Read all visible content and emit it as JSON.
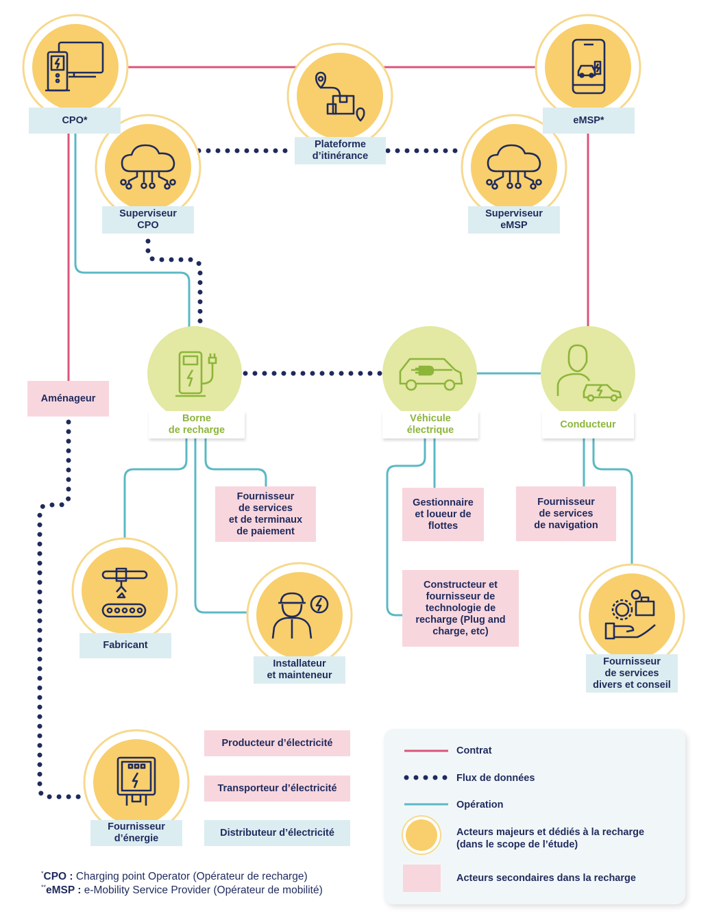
{
  "nodes": {
    "cpo": "CPO*",
    "emsp": "eMSP*",
    "plateforme": "Plateforme\nd’itinérance",
    "superviseur_cpo": "Superviseur\nCPO",
    "superviseur_emsp": "Superviseur\neMSP",
    "amenageur": "Aménageur",
    "borne": "Borne\nde recharge",
    "vehicule": "Véhicule\nélectrique",
    "conducteur": "Conducteur",
    "fournisseur_paiement": "Fournisseur\nde services\net de terminaux\nde paiement",
    "gestionnaire_flottes": "Gestionnaire\net loueur de\nflottes",
    "fournisseur_navigation": "Fournisseur\nde services\nde navigation",
    "fabricant": "Fabricant",
    "installateur": "Installateur\net mainteneur",
    "constructeur": "Constructeur et\nfournisseur de\ntechnologie de\nrecharge (Plug and\ncharge, etc)",
    "fournisseur_divers": "Fournisseur\nde services\ndivers et conseil",
    "producteur": "Producteur d’électricité",
    "transporteur": "Transporteur d’électricité",
    "distributeur": "Distributeur d’électricité",
    "fournisseur_energie": "Fournisseur\nd’énergie"
  },
  "legend": {
    "contrat": "Contrat",
    "flux": "Flux de données",
    "operation": "Opération",
    "majeurs": "Acteurs majeurs et dédiés à la recharge\n(dans le scope de l’étude)",
    "secondaires": "Acteurs secondaires dans la recharge"
  },
  "footnotes": {
    "cpo_abbr": "CPO :",
    "cpo_text": " Charging point Operator (Opérateur de recharge)",
    "emsp_abbr": "eMSP :",
    "emsp_text": " e-Mobility Service Provider (Opérateur de mobilité)"
  },
  "colors": {
    "contrat": "#d9557a",
    "flux": "#1f2a5c",
    "operation": "#5bb8c4",
    "major_fill": "#f8cf6c",
    "major_ring": "#f6d98e",
    "green_fill": "#e3e8a2",
    "green_text": "#8cb53a",
    "secondary": "#f8d6de",
    "label_blue": "#dcedf1"
  }
}
